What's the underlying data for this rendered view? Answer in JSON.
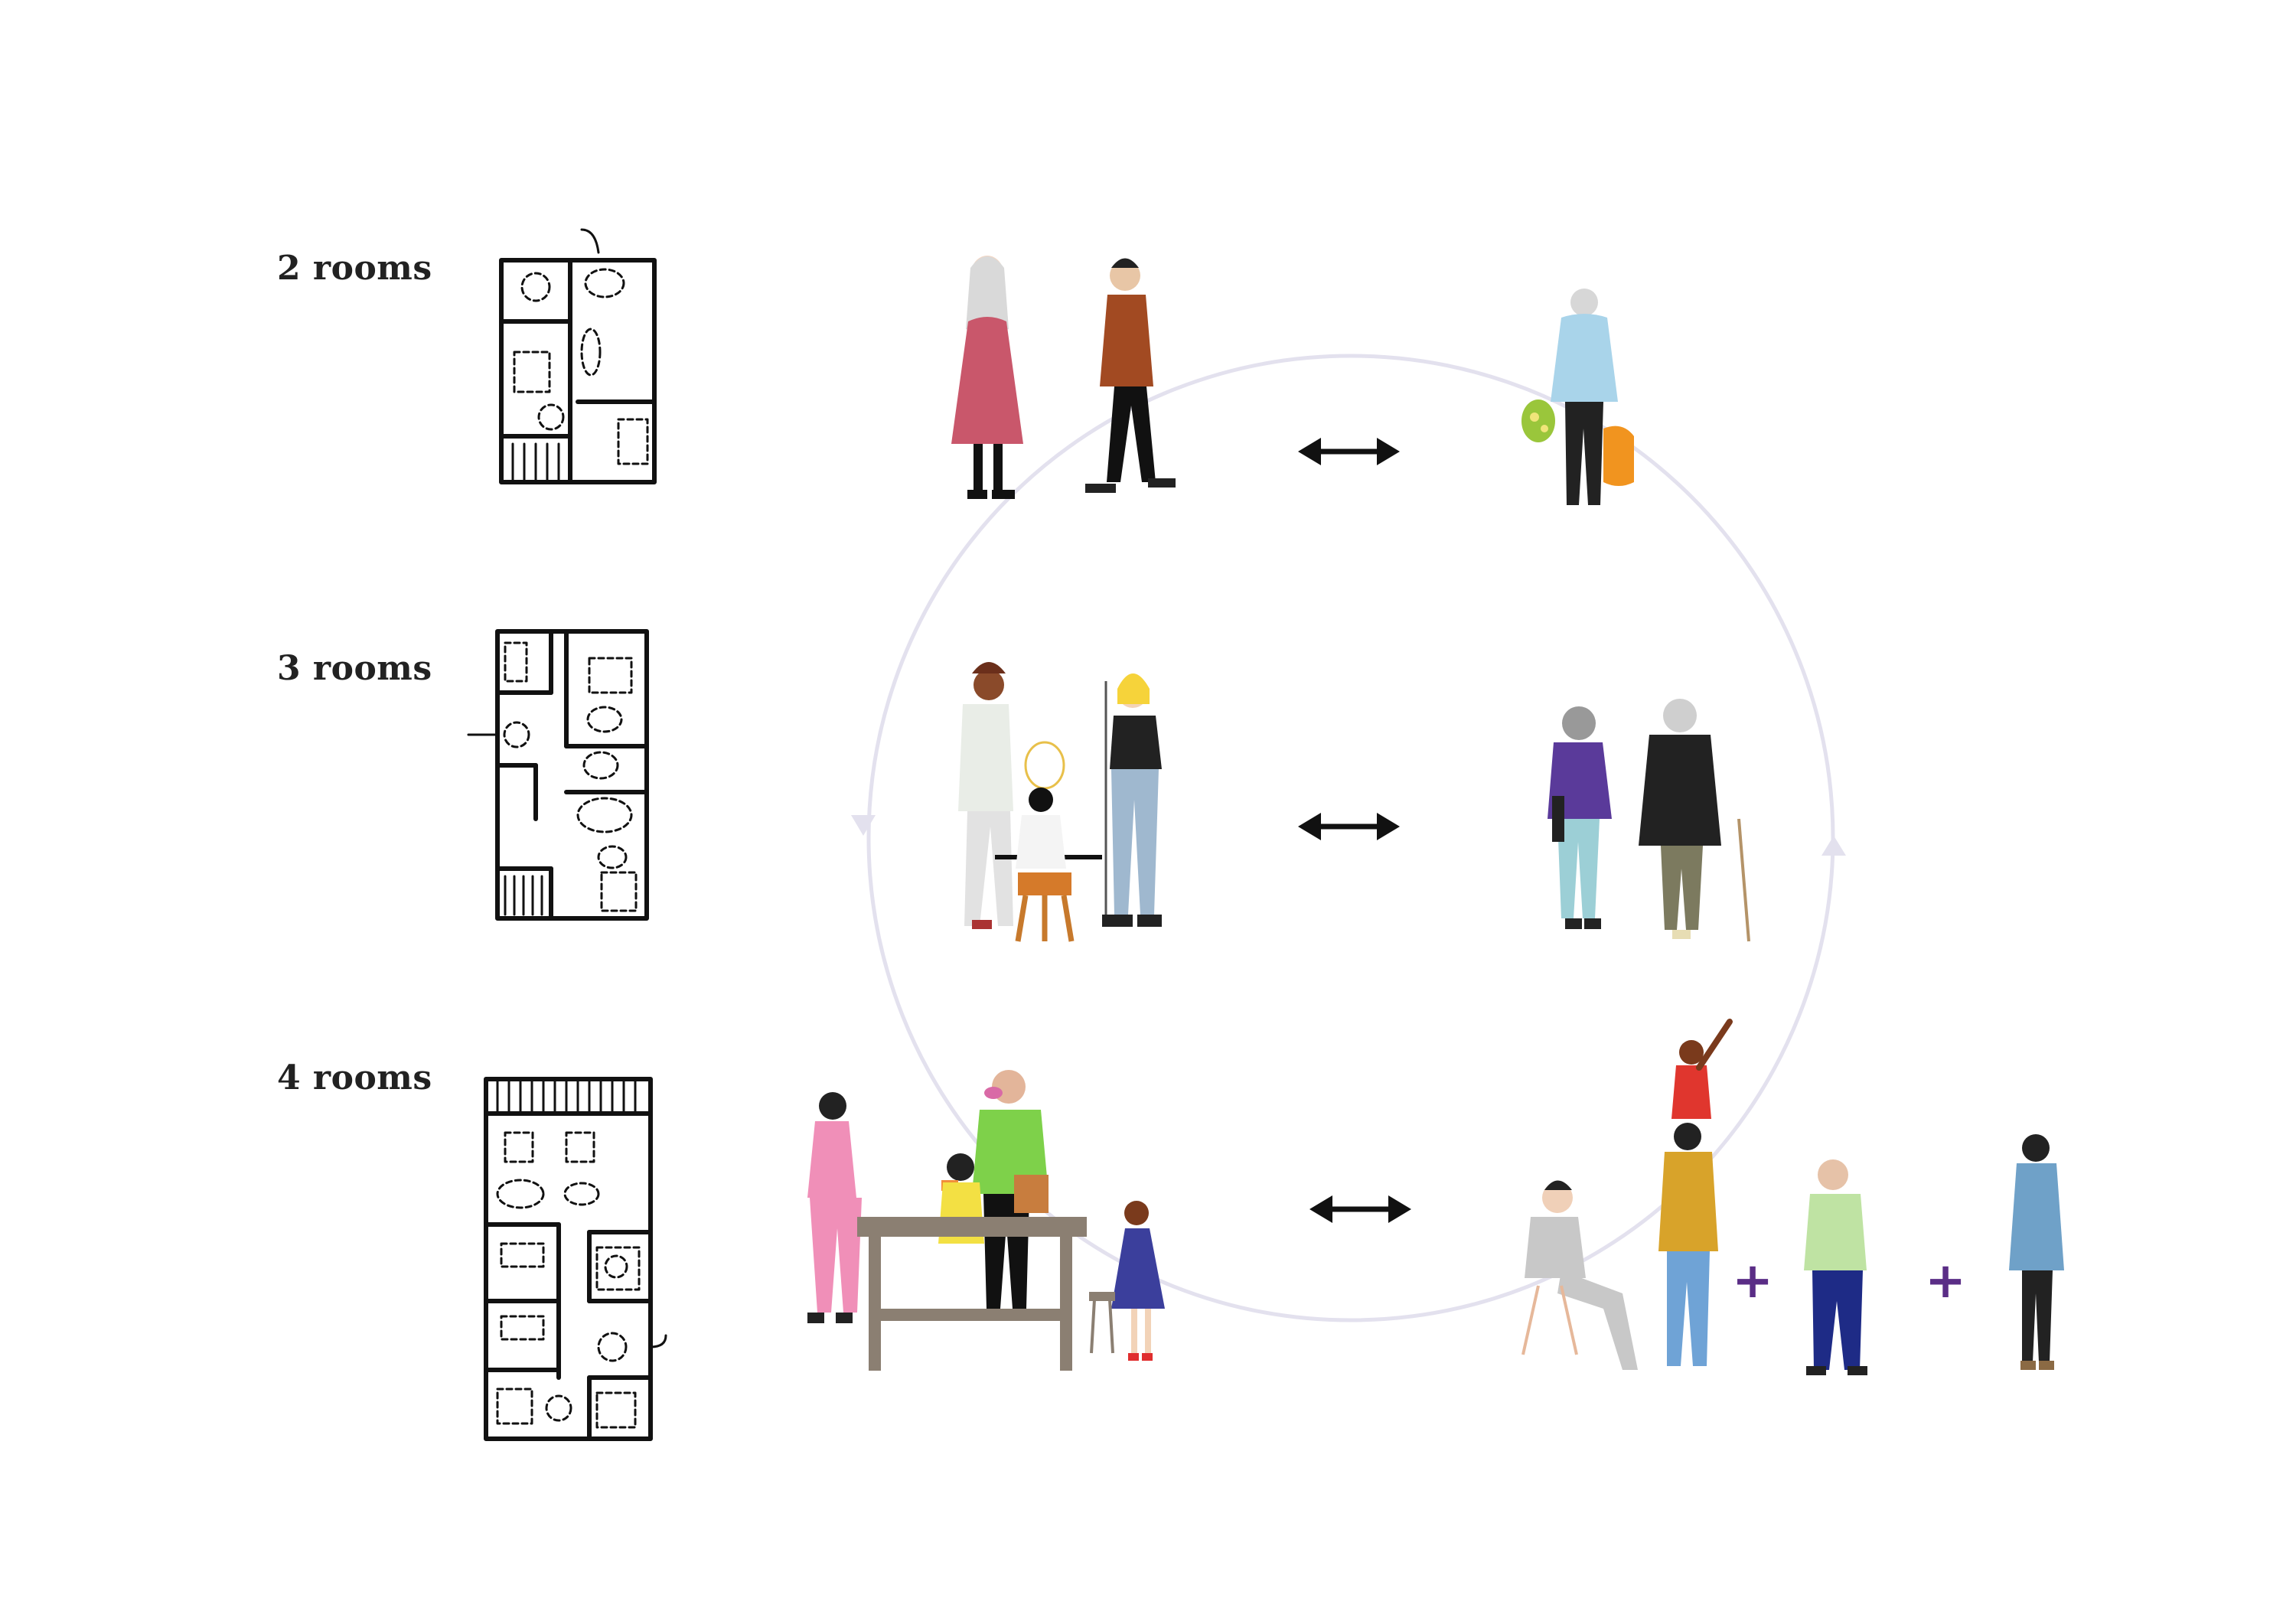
{
  "rows": [
    {
      "label": "2 rooms"
    },
    {
      "label": "3 rooms"
    },
    {
      "label": "4 rooms"
    }
  ],
  "connectors": {
    "exchange_symbol": "↔",
    "plus_symbol": "+"
  },
  "colors": {
    "cycle": "#e3e1ee",
    "plus": "#5a2d86",
    "ink": "#111111"
  }
}
